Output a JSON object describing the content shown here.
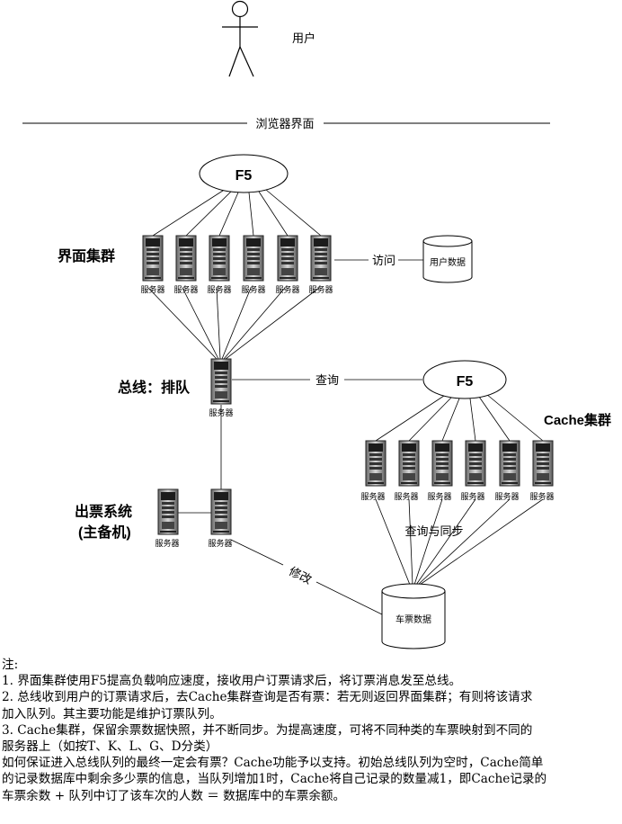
{
  "diagram": {
    "user_label": "用户",
    "browser_label": "浏览器界面",
    "f5_top": "F5",
    "f5_cache": "F5",
    "ui_cluster": "界面集群",
    "server_label": "服务器",
    "access_label": "访问",
    "user_db": "用户数据",
    "bus_label": "总线：排队",
    "query_label": "查询",
    "cache_cluster": "Cache集群",
    "ticket_system_line1": "出票系统",
    "ticket_system_line2": "(主备机)",
    "query_sync_label": "查询与同步",
    "modify_label": "修改",
    "ticket_db": "车票数据"
  },
  "notes": {
    "heading": "注:",
    "lines": [
      "1. 界面集群使用F5提高负载响应速度，接收用户订票请求后，将订票消息发至总线。",
      "2. 总线收到用户的订票请求后，去Cache集群查询是否有票：若无则返回界面集群；有则将该请求",
      "加入队列。其主要功能是维护订票队列。",
      "3. Cache集群，保留余票数据快照，并不断同步。为提高速度，可将不同种类的车票映射到不同的",
      "服务器上（如按T、K、L、G、D分类）",
      "如何保证进入总线队列的最终一定会有票？Cache功能予以支持。初始总线队列为空时，Cache简单",
      "的记录数据库中剩余多少票的信息，当队列增加1时，Cache将自己记录的数量减1，即Cache记录的",
      "车票余数 + 队列中订了该车次的人数 ＝ 数据库中的车票余额。"
    ]
  }
}
